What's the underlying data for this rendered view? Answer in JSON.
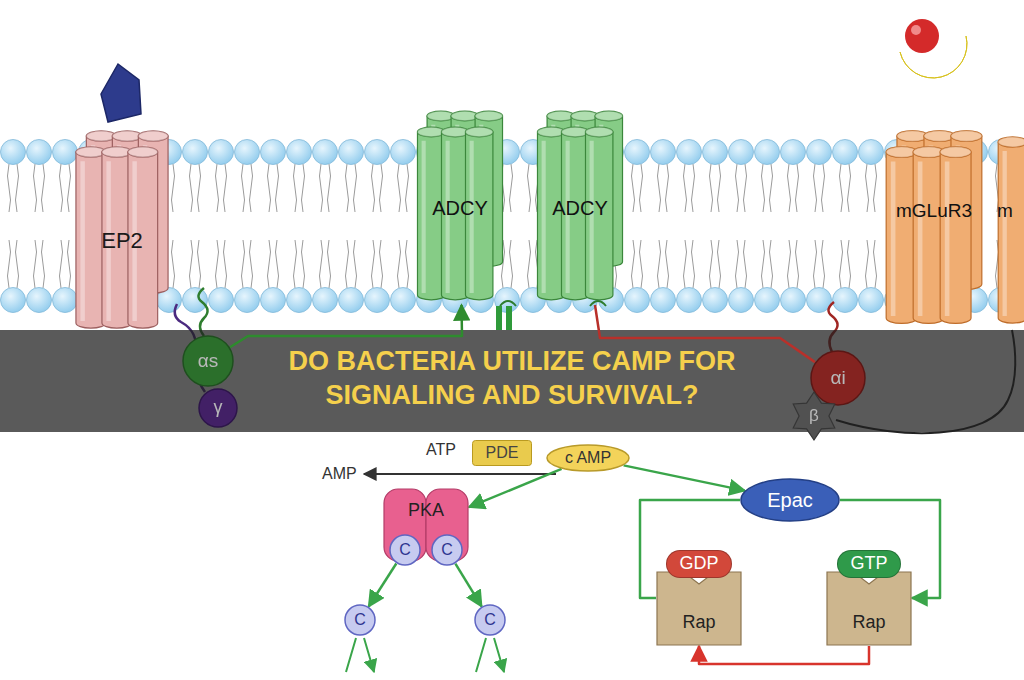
{
  "diagram": {
    "title": "DO BACTERIA UTILIZE CAMP FOR SIGNALING AND SURVIVAL?",
    "nodes": [
      {
        "text": [
          "EP2"
        ]
      },
      {
        "text": [
          "ADCY"
        ]
      },
      {
        "text": [
          "ADCY"
        ]
      },
      {
        "text": [
          "mGLuR3"
        ]
      },
      {
        "text": [
          "m"
        ]
      },
      {
        "text": [
          "αs"
        ]
      },
      {
        "text": [
          "γ"
        ]
      },
      {
        "text": [
          "PDE"
        ]
      },
      {
        "text": [
          "c AMP"
        ]
      },
      {
        "text": [
          "αi"
        ]
      },
      {
        "text": [
          "β"
        ]
      },
      {
        "text": [
          "PKA"
        ]
      },
      {
        "text": [
          "C"
        ],
        "in": 11
      },
      {
        "text": [
          "C"
        ],
        "in": 11
      },
      {
        "text": [
          "C"
        ]
      },
      {
        "text": [
          "C"
        ]
      },
      {
        "text": [
          "Epac"
        ]
      },
      {
        "text": [
          "GDP",
          "Rap"
        ]
      },
      {
        "text": [
          "GTP",
          "Rap"
        ]
      }
    ],
    "edges": [
      {
        "from": 5,
        "to": 1,
        "arrow": "to"
      },
      {
        "from": 9,
        "to": 2,
        "arrow": "none"
      },
      {
        "from": 8,
        "to": 11,
        "arrow": "to"
      },
      {
        "from": 8,
        "to": 16,
        "arrow": "to"
      },
      {
        "from": 12,
        "to": 14,
        "arrow": "to"
      },
      {
        "from": 13,
        "to": 15,
        "arrow": "to"
      },
      {
        "from": 17,
        "to": 16,
        "arrow": "none"
      },
      {
        "from": 16,
        "to": 18,
        "arrow": "to"
      },
      {
        "from": 18,
        "to": 17,
        "arrow": "to"
      }
    ],
    "labels": [
      "ATP",
      "AMP"
    ]
  }
}
